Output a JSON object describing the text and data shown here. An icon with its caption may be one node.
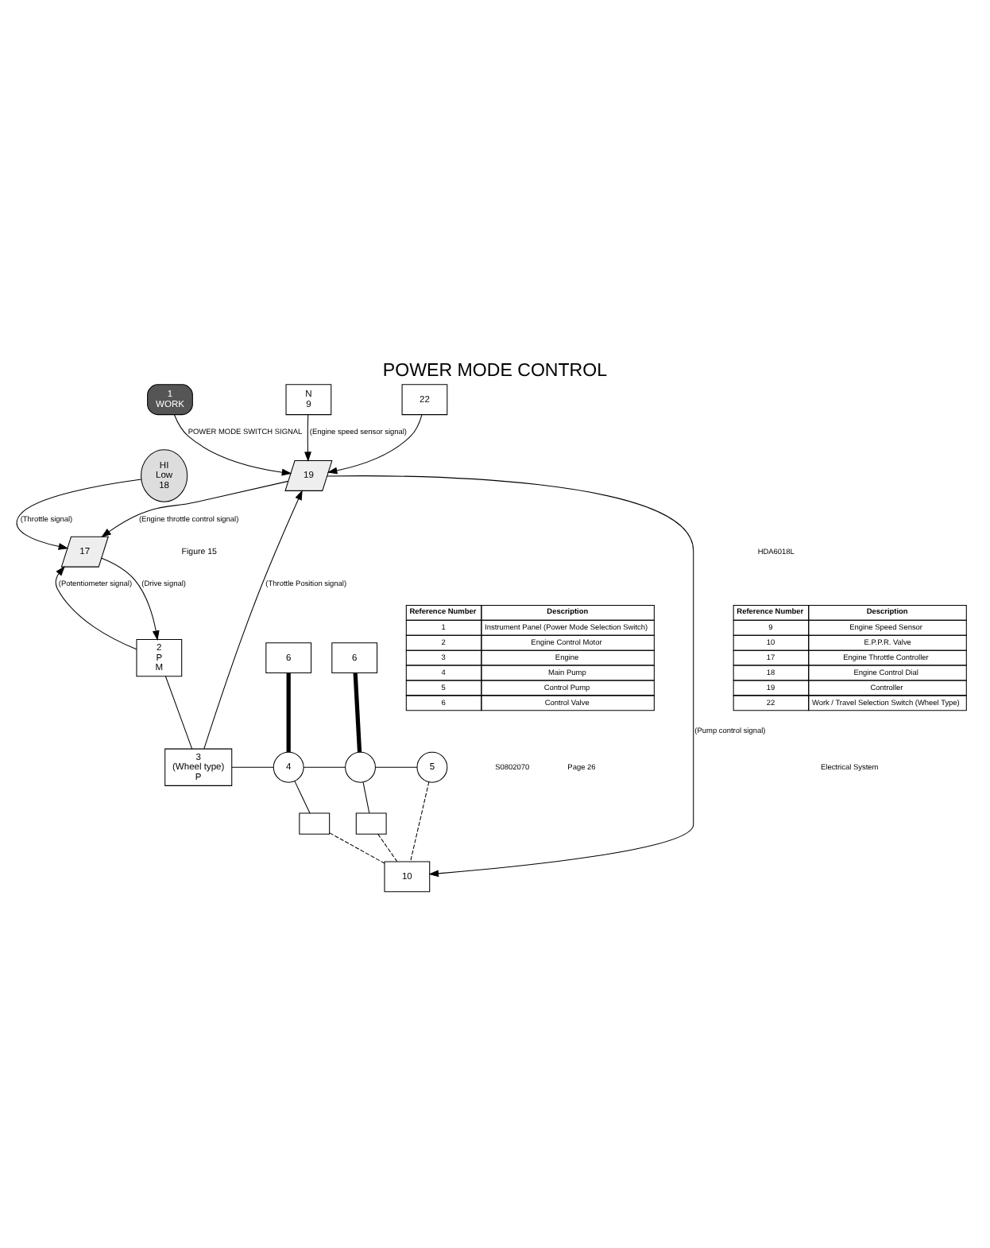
{
  "diagram": {
    "title": "POWER MODE CONTROL",
    "nodes": [
      {
        "text": [
          "1",
          "WORK"
        ]
      },
      {
        "text": [
          "2",
          "P",
          "M"
        ]
      },
      {
        "text": [
          "3",
          "(Wheel type)",
          "P"
        ]
      },
      {
        "text": [
          "6"
        ]
      },
      {
        "text": [
          "6"
        ]
      },
      {
        "text": [
          "4"
        ]
      },
      {
        "text": [],
        "shape": "circle"
      },
      {
        "text": [
          "5"
        ]
      },
      {
        "text": [],
        "shape": "box"
      },
      {
        "text": [],
        "shape": "box"
      },
      {
        "text": [
          "N",
          "9"
        ]
      },
      {
        "text": [
          "10"
        ]
      },
      {
        "text": [
          "17"
        ]
      },
      {
        "text": [
          "HI",
          "Low",
          "18"
        ]
      },
      {
        "text": [
          "19"
        ]
      },
      {
        "text": [
          "22"
        ]
      }
    ],
    "edges": [
      {
        "from": 3,
        "to": 5,
        "arrow": "none",
        "style": "thick"
      },
      {
        "from": 4,
        "to": 6,
        "arrow": "none",
        "style": "thick"
      },
      {
        "from": 2,
        "to": 5,
        "arrow": "none"
      },
      {
        "from": 5,
        "to": 6,
        "arrow": "none"
      },
      {
        "from": 6,
        "to": 7,
        "arrow": "none"
      },
      {
        "from": 5,
        "to": 8,
        "arrow": "none"
      },
      {
        "from": 6,
        "to": 9,
        "arrow": "none"
      },
      {
        "from": 8,
        "to": 11,
        "arrow": "none",
        "style": "dashed"
      },
      {
        "from": 9,
        "to": 11,
        "arrow": "none",
        "style": "dashed"
      },
      {
        "from": 7,
        "to": 11,
        "arrow": "none",
        "style": "dashed"
      },
      {
        "from": 14,
        "to": 11,
        "arrow": "to",
        "label": "(Pump control signal)"
      },
      {
        "from": 10,
        "to": 14,
        "arrow": "to",
        "label": "(Engine speed sensor signal)"
      },
      {
        "from": 2,
        "to": 14,
        "arrow": "to",
        "label": "(Throttle Position signal)"
      },
      {
        "from": 14,
        "to": 12,
        "arrow": "to",
        "label": "(Engine throttle control signal)"
      },
      {
        "from": 1,
        "to": 2,
        "arrow": "none"
      },
      {
        "from": 1,
        "to": 12,
        "arrow": "to",
        "label": "(Potentiometer signal)"
      },
      {
        "from": 12,
        "to": 1,
        "arrow": "to",
        "label": "(Drive signal)"
      },
      {
        "from": 13,
        "to": 12,
        "arrow": "to",
        "label": "(Throttle signal)"
      },
      {
        "from": 0,
        "to": 14,
        "arrow": "to",
        "label": "POWER MODE SWITCH SIGNAL"
      },
      {
        "from": 15,
        "to": 14,
        "arrow": "to"
      }
    ],
    "labels": [
      "HDA6018L",
      "Figure 15",
      "Reference Number",
      "Description",
      "1",
      "Instrument Panel (Power Mode Selection Switch)",
      "2",
      "Engine Control Motor",
      "3",
      "Engine",
      "4",
      "Main Pump",
      "5",
      "Control Pump",
      "6",
      "Control Valve",
      "Reference Number",
      "Description",
      "9",
      "Engine Speed Sensor",
      "10",
      "E.P.P.R. Valve",
      "17",
      "Engine Throttle Controller",
      "18",
      "Engine Control Dial",
      "19",
      "Controller",
      "22",
      "Work / Travel Selection Switch (Wheel Type)",
      "S0802070",
      "Page 26",
      "Electrical System"
    ]
  }
}
